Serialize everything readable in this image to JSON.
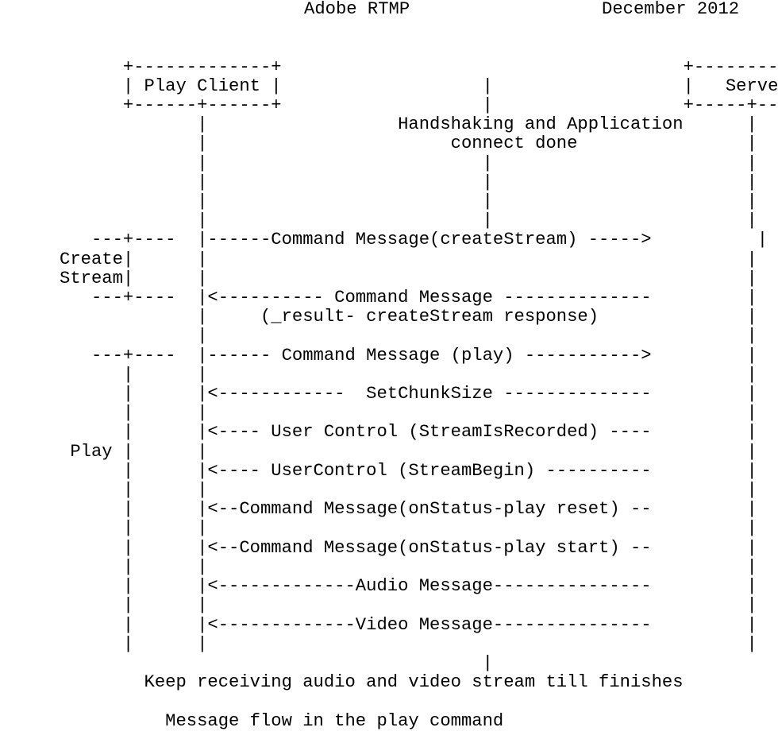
{
  "header": {
    "document": "Adobe RTMP",
    "date": "December 2012"
  },
  "diagram": {
    "lines": [
      "",
      "",
      "",
      "      +-------------+                                      +----------+",
      "      | Play Client |                   |                  |   Server |",
      "      +------+------+                   |                  +-----+----+",
      "             |                  Handshaking and Application      |",
      "             |                       connect done                |",
      "             |                          |                        |",
      "             |                          |                        |",
      "             |                          |                        |",
      "             |                          |                        |",
      "   ---+----  |------Command Message(createStream) ----->          |",
      "Create|      |                                                   |",
      "Stream|      |                                                   |",
      "   ---+----  |<---------- Command Message --------------         |",
      "             |     (_result- createStream response)              |",
      "             |                                                   |",
      "   ---+----  |------ Command Message (play) ----------->         |",
      "      |      |                                                   |",
      "      |      |<------------  SetChunkSize --------------         |",
      "      |      |                                                   |",
      "      |      |<---- User Control (StreamIsRecorded) ----         |",
      " Play |      |                                                   |",
      "      |      |<---- UserControl (StreamBegin) ----------         |",
      "      |      |                                                   |",
      "      |      |<--Command Message(onStatus-play reset) --         |",
      "      |      |                                                   |",
      "      |      |<--Command Message(onStatus-play start) --         |",
      "      |      |                                                   |",
      "      |      |<-------------Audio Message---------------         |",
      "      |      |                                                   |",
      "      |      |<-------------Video Message---------------         |",
      "      |      |                                                   |",
      "                                        |",
      "        Keep receiving audio and video stream till finishes",
      "",
      "          Message flow in the play command"
    ]
  }
}
